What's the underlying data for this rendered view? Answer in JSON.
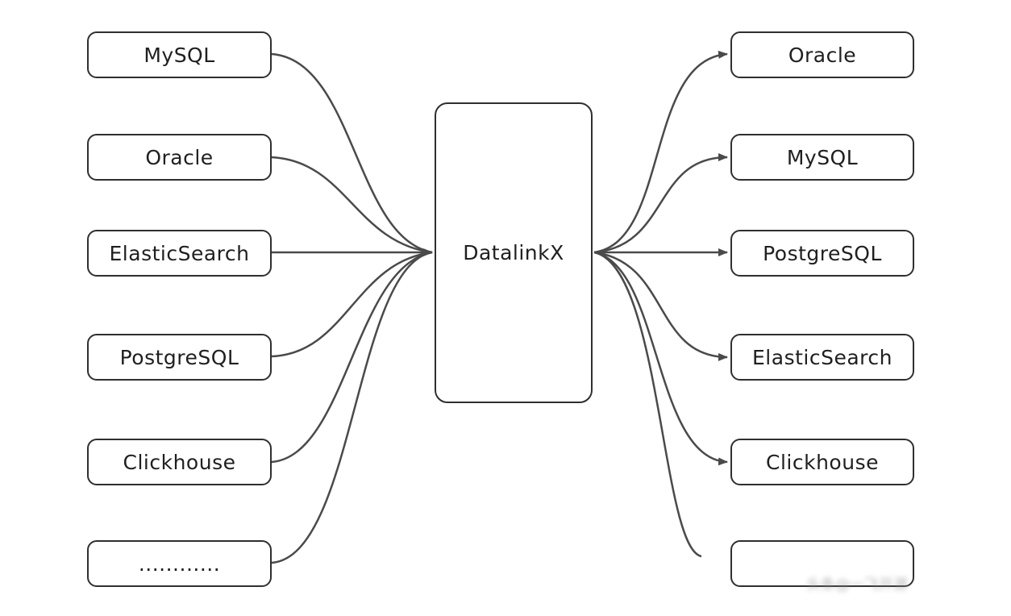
{
  "hub": {
    "label": "DatalinkX"
  },
  "sources": [
    {
      "label": "MySQL"
    },
    {
      "label": "Oracle"
    },
    {
      "label": "ElasticSearch"
    },
    {
      "label": "PostgreSQL"
    },
    {
      "label": "Clickhouse"
    },
    {
      "label": "............"
    }
  ],
  "targets": [
    {
      "label": "Oracle"
    },
    {
      "label": "MySQL"
    },
    {
      "label": "PostgreSQL"
    },
    {
      "label": "ElasticSearch"
    },
    {
      "label": "Clickhouse"
    },
    {
      "label": ""
    }
  ],
  "watermark": {
    "text": "头条@一飞开源"
  },
  "colors": {
    "line": "#4a4a4a",
    "border": "#2f2f2f",
    "text": "#1f1f1f"
  }
}
